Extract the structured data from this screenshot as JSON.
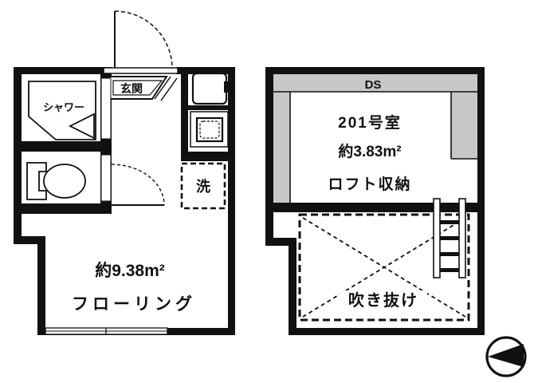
{
  "meta": {
    "kind": "floor-plan",
    "background": "#ffffff"
  },
  "colors": {
    "wall": "#111111",
    "duct_gray": "#c7c7c7",
    "line": "#111111",
    "white": "#ffffff"
  },
  "left_unit": {
    "entrance_label": "玄関",
    "shower_label": "シャワー",
    "laundry_label": "洗",
    "area_label": "約9.38m²",
    "floor_label": "フローリング"
  },
  "right_unit": {
    "duct_label": "DS",
    "room_label": "201号室",
    "area_label": "約3.83m²",
    "loft_label": "ロフト収納",
    "void_label": "吹き抜け"
  },
  "icons": {
    "entrance_door": "quarter-arc-door-swing",
    "room_door": "quarter-arc-door-swing",
    "shower_door": "folding-door-triangle",
    "toilet": "tank-and-bowl",
    "water_heater": "rounded-box-with-tab",
    "sink_unit": "nested-squares",
    "window": "double-line-in-wall",
    "ladder": "loft-ladder",
    "north_arrow": "left-pointing-triangle-in-circle"
  }
}
